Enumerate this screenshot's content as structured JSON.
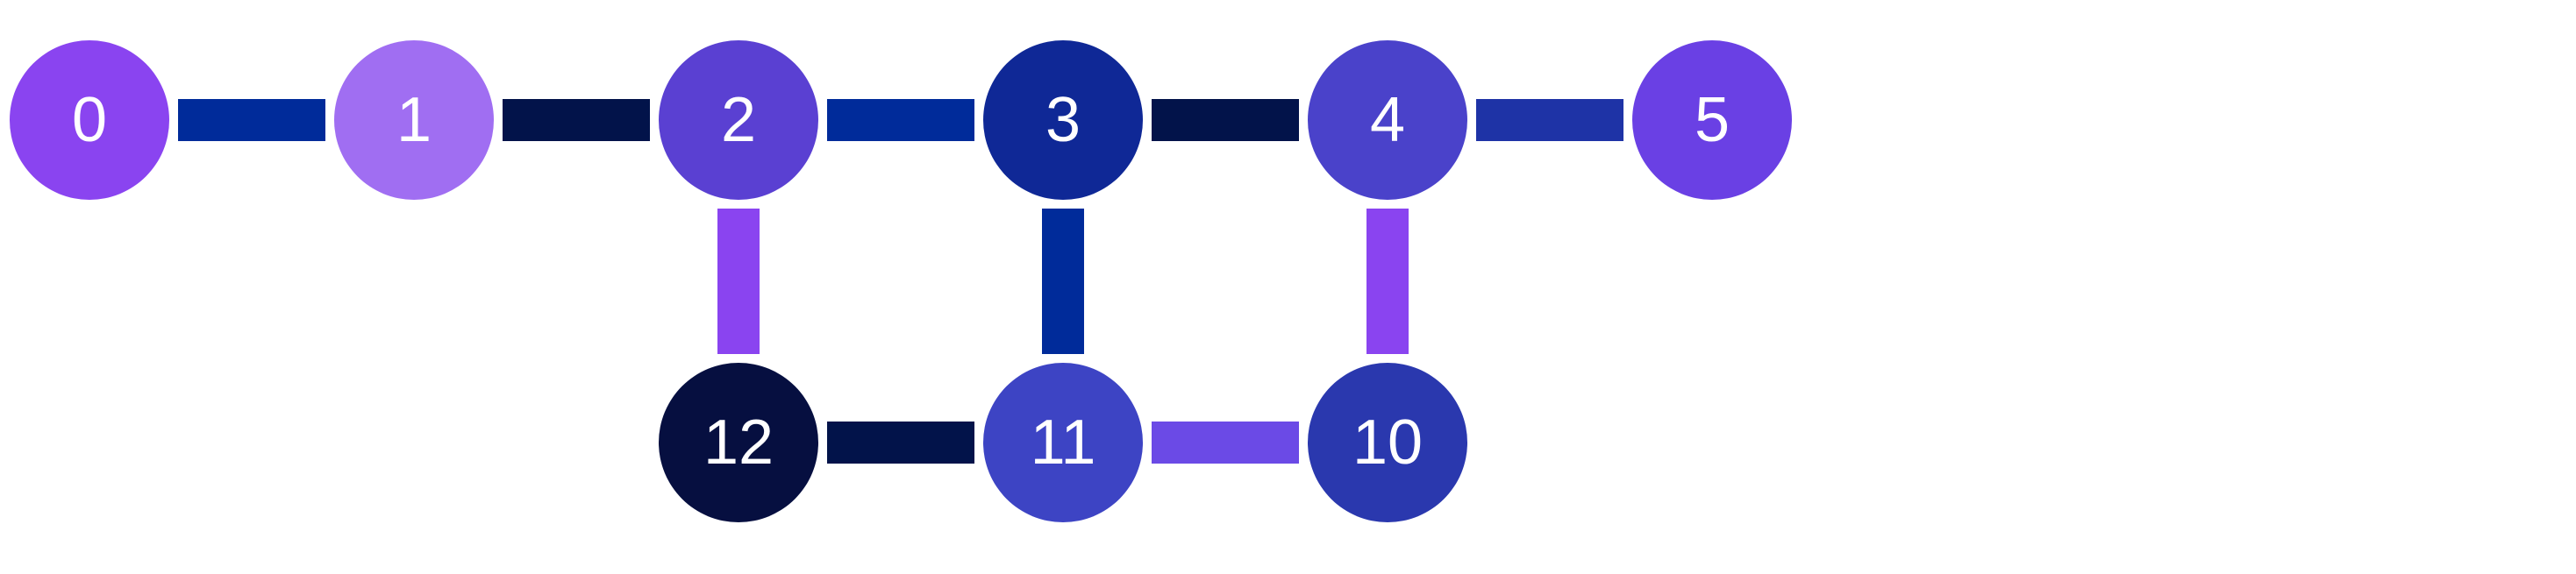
{
  "graph": {
    "nodes": [
      {
        "id": "0",
        "label": "0",
        "color": "#8a44f0"
      },
      {
        "id": "1",
        "label": "1",
        "color": "#a06ef2"
      },
      {
        "id": "2",
        "label": "2",
        "color": "#5a40d2"
      },
      {
        "id": "3",
        "label": "3",
        "color": "#0f2896"
      },
      {
        "id": "4",
        "label": "4",
        "color": "#4a42ca"
      },
      {
        "id": "5",
        "label": "5",
        "color": "#6a40e4"
      },
      {
        "id": "10",
        "label": "10",
        "color": "#2a38ae"
      },
      {
        "id": "11",
        "label": "11",
        "color": "#3d44c4"
      },
      {
        "id": "12",
        "label": "12",
        "color": "#060f40"
      }
    ],
    "edges": [
      {
        "source": "0",
        "target": "1",
        "color": "#002b9a"
      },
      {
        "source": "1",
        "target": "2",
        "color": "#02134a"
      },
      {
        "source": "2",
        "target": "3",
        "color": "#002b9a"
      },
      {
        "source": "3",
        "target": "4",
        "color": "#02134a"
      },
      {
        "source": "4",
        "target": "5",
        "color": "#1e33a6"
      },
      {
        "source": "2",
        "target": "12",
        "color": "#8a44f0"
      },
      {
        "source": "3",
        "target": "11",
        "color": "#002b9a"
      },
      {
        "source": "4",
        "target": "10",
        "color": "#8a44f0"
      },
      {
        "source": "12",
        "target": "11",
        "color": "#02134a"
      },
      {
        "source": "11",
        "target": "10",
        "color": "#6b4ae6"
      }
    ]
  }
}
